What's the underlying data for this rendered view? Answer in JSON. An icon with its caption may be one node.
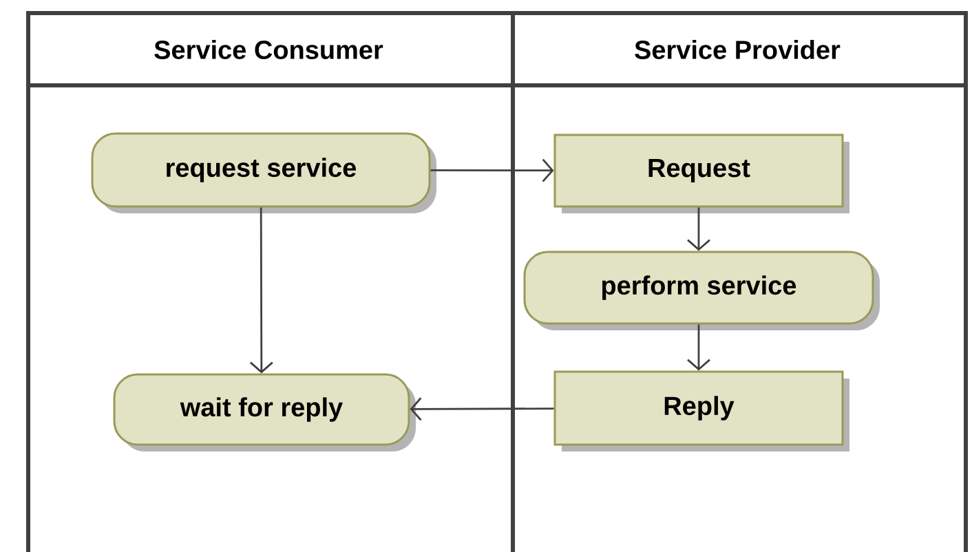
{
  "diagram": {
    "nodes": [
      {
        "text": [
          "Service Consumer"
        ]
      },
      {
        "text": [
          "Service Provider"
        ]
      },
      {
        "text": [
          "request service"
        ],
        "in": 0
      },
      {
        "text": [
          "Request"
        ],
        "in": 1
      },
      {
        "text": [
          "perform service"
        ],
        "in": 1
      },
      {
        "text": [
          "wait for reply"
        ],
        "in": 0
      },
      {
        "text": [
          "Reply"
        ],
        "in": 1
      }
    ],
    "edges": [
      {
        "from": 2,
        "to": 3,
        "arrow": "to"
      },
      {
        "from": 3,
        "to": 4,
        "arrow": "to"
      },
      {
        "from": 4,
        "to": 6,
        "arrow": "to"
      },
      {
        "from": 2,
        "to": 5,
        "arrow": "to"
      },
      {
        "from": 6,
        "to": 5,
        "arrow": "to"
      }
    ]
  }
}
